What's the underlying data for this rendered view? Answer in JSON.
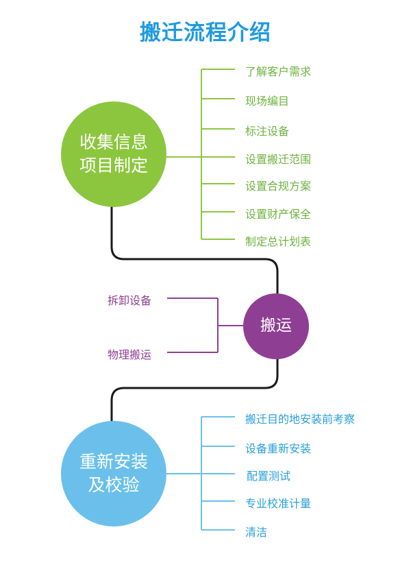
{
  "title": "搬迁流程介绍",
  "colors": {
    "title": "#1e9ae0",
    "collect": "#8cc63f",
    "move": "#8e3f93",
    "install": "#6ac0ea",
    "connector": "#1a1a1a"
  },
  "stages": [
    {
      "lines": [
        "收集信息",
        "项目制定"
      ],
      "items": [
        "了解客户需求",
        "现场编目",
        "标注设备",
        "设置搬迁范围",
        "设置合规方案",
        "设置财产保全",
        "制定总计划表"
      ]
    },
    {
      "lines": [
        "搬运"
      ],
      "items": [
        "拆卸设备",
        "物理搬运"
      ]
    },
    {
      "lines": [
        "重新安装",
        "及校验"
      ],
      "items": [
        "搬迁目的地安装前考察",
        "设备重新安装",
        "配置测试",
        "专业校准计量",
        "清洁"
      ]
    }
  ]
}
